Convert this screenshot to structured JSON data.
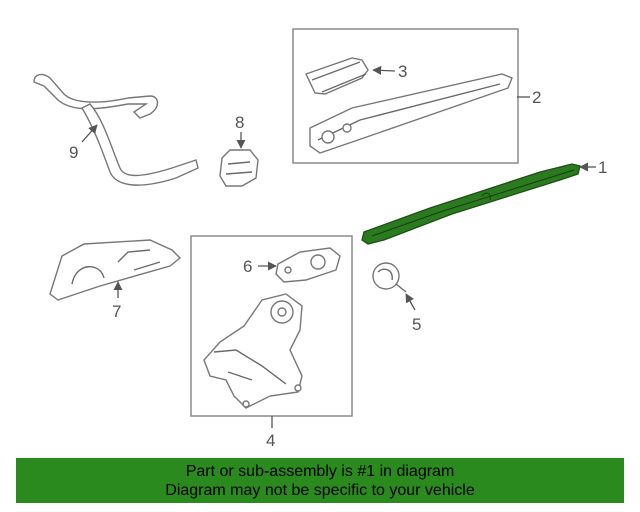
{
  "callouts": {
    "c1": "1",
    "c2": "2",
    "c3": "3",
    "c4": "4",
    "c5": "5",
    "c6": "6",
    "c7": "7",
    "c8": "8",
    "c9": "9"
  },
  "banner": {
    "line1": "Part or sub-assembly is #1 in diagram",
    "line2": "Diagram may not be specific to your vehicle"
  },
  "colors": {
    "highlight": "#2a7a1e",
    "banner": "#2a8a1e"
  }
}
